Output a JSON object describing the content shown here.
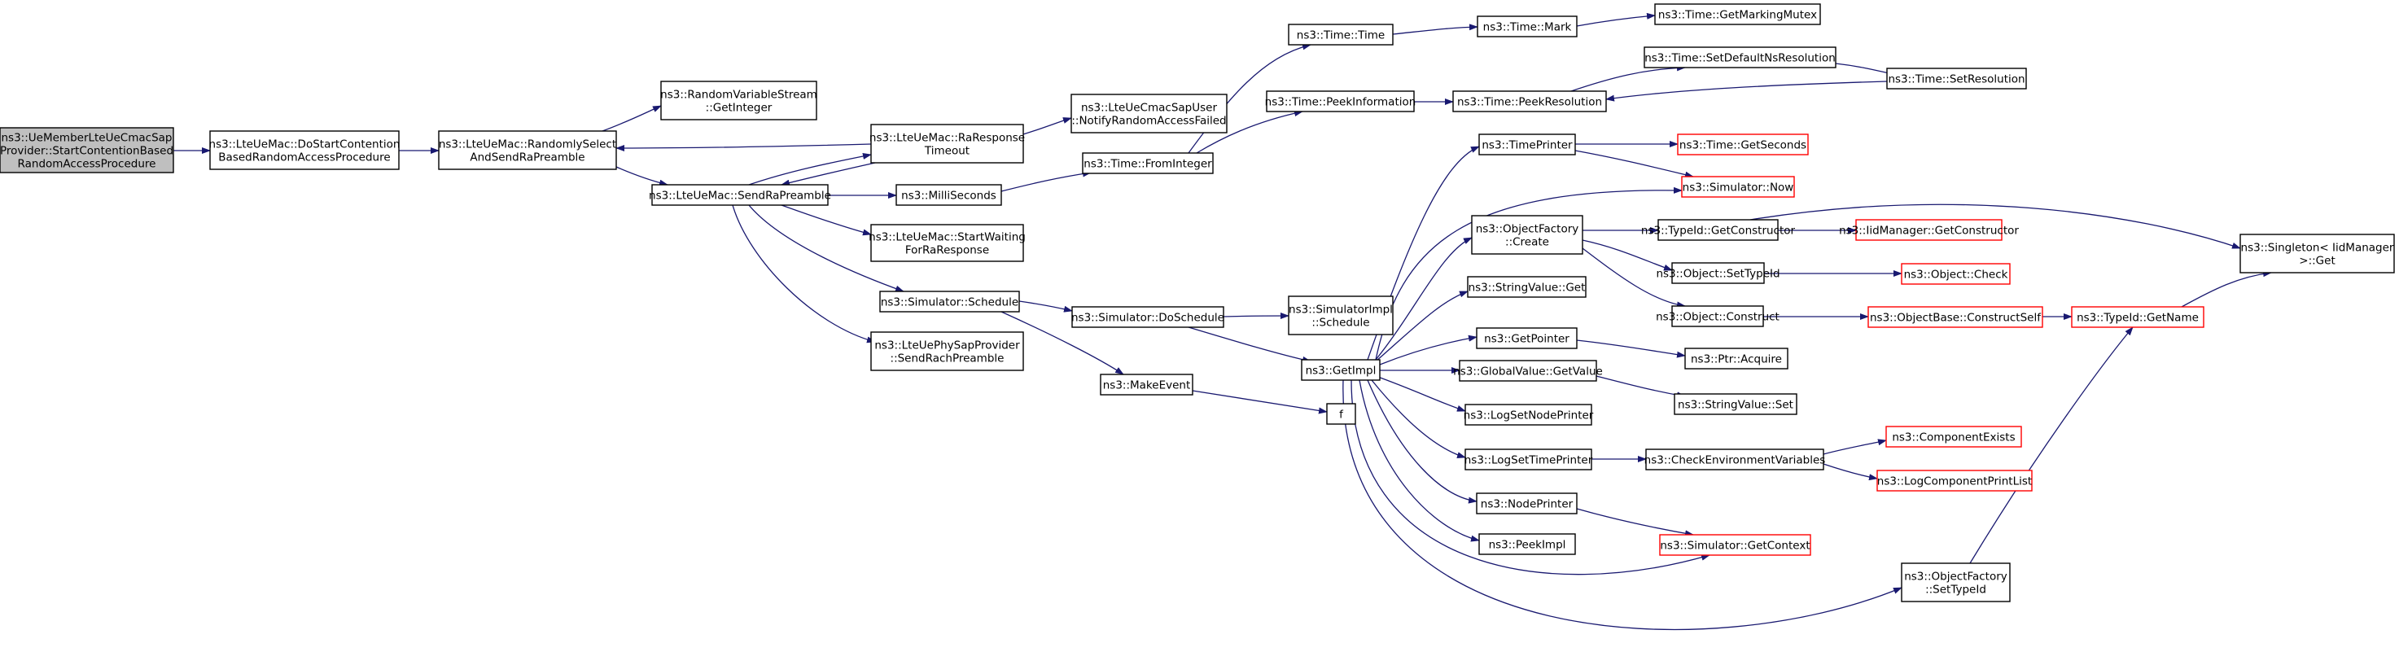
{
  "colors": {
    "edge": "#191970",
    "node_border": "#000000",
    "node_border_truncated": "#ff0000",
    "root_fill": "#bfbfbf"
  },
  "nodes": [
    {
      "id": "root",
      "lines": [
        "ns3::UeMemberLteUeCmacSap",
        "Provider::StartContentionBased",
        "RandomAccessProcedure"
      ]
    },
    {
      "id": "doStart",
      "lines": [
        "ns3::LteUeMac::DoStartContention",
        "BasedRandomAccessProcedure"
      ]
    },
    {
      "id": "randSel",
      "lines": [
        "ns3::LteUeMac::RandomlySelect",
        "AndSendRaPreamble"
      ]
    },
    {
      "id": "rvsGet",
      "lines": [
        "ns3::RandomVariableStream",
        "::GetInteger"
      ]
    },
    {
      "id": "raTimeout",
      "lines": [
        "ns3::LteUeMac::RaResponse",
        "Timeout"
      ]
    },
    {
      "id": "notify",
      "lines": [
        "ns3::LteUeCmacSapUser",
        "::NotifyRandomAccessFailed"
      ]
    },
    {
      "id": "sendRa",
      "lines": [
        "ns3::LteUeMac::SendRaPreamble"
      ]
    },
    {
      "id": "milli",
      "lines": [
        "ns3::MilliSeconds"
      ]
    },
    {
      "id": "startWait",
      "lines": [
        "ns3::LteUeMac::StartWaiting",
        "ForRaResponse"
      ]
    },
    {
      "id": "schedule",
      "lines": [
        "ns3::Simulator::Schedule"
      ]
    },
    {
      "id": "sendRach",
      "lines": [
        "ns3::LteUePhySapProvider",
        "::SendRachPreamble"
      ]
    },
    {
      "id": "fromInt",
      "lines": [
        "ns3::Time::FromInteger"
      ]
    },
    {
      "id": "timeTime",
      "lines": [
        "ns3::Time::Time"
      ]
    },
    {
      "id": "timeMark",
      "lines": [
        "ns3::Time::Mark"
      ]
    },
    {
      "id": "markMutex",
      "lines": [
        "ns3::Time::GetMarkingMutex"
      ]
    },
    {
      "id": "peekInfo",
      "lines": [
        "ns3::Time::PeekInformation"
      ]
    },
    {
      "id": "peekRes",
      "lines": [
        "ns3::Time::PeekResolution"
      ]
    },
    {
      "id": "setDefNs",
      "lines": [
        "ns3::Time::SetDefaultNsResolution"
      ]
    },
    {
      "id": "setRes",
      "lines": [
        "ns3::Time::SetResolution"
      ]
    },
    {
      "id": "doSched",
      "lines": [
        "ns3::Simulator::DoSchedule"
      ]
    },
    {
      "id": "simImplSched",
      "lines": [
        "ns3::SimulatorImpl",
        "::Schedule"
      ]
    },
    {
      "id": "makeEvent",
      "lines": [
        "ns3::MakeEvent"
      ]
    },
    {
      "id": "f",
      "lines": [
        "f"
      ]
    },
    {
      "id": "getImpl",
      "lines": [
        "ns3::GetImpl"
      ]
    },
    {
      "id": "timePrinter",
      "lines": [
        "ns3::TimePrinter"
      ]
    },
    {
      "id": "getSeconds",
      "lines": [
        "ns3::Time::GetSeconds"
      ],
      "truncated": true
    },
    {
      "id": "simNow",
      "lines": [
        "ns3::Simulator::Now"
      ],
      "truncated": true
    },
    {
      "id": "objFactCreate",
      "lines": [
        "ns3::ObjectFactory",
        "::Create"
      ]
    },
    {
      "id": "typeGetCtor",
      "lines": [
        "ns3::TypeId::GetConstructor"
      ]
    },
    {
      "id": "iidGetCtor",
      "lines": [
        "ns3::IidManager::GetConstructor"
      ],
      "truncated": true
    },
    {
      "id": "singleton",
      "lines": [
        "ns3::Singleton< IidManager",
        " >::Get"
      ]
    },
    {
      "id": "setTypeId",
      "lines": [
        "ns3::Object::SetTypeId"
      ]
    },
    {
      "id": "objCheck",
      "lines": [
        "ns3::Object::Check"
      ],
      "truncated": true
    },
    {
      "id": "strValGet",
      "lines": [
        "ns3::StringValue::Get"
      ]
    },
    {
      "id": "objConstruct",
      "lines": [
        "ns3::Object::Construct"
      ]
    },
    {
      "id": "constructSelf",
      "lines": [
        "ns3::ObjectBase::ConstructSelf"
      ],
      "truncated": true
    },
    {
      "id": "typeGetName",
      "lines": [
        "ns3::TypeId::GetName"
      ],
      "truncated": true
    },
    {
      "id": "getPointer",
      "lines": [
        "ns3::GetPointer"
      ]
    },
    {
      "id": "ptrAcquire",
      "lines": [
        "ns3::Ptr::Acquire"
      ]
    },
    {
      "id": "gvGetValue",
      "lines": [
        "ns3::GlobalValue::GetValue"
      ]
    },
    {
      "id": "strValSet",
      "lines": [
        "ns3::StringValue::Set"
      ]
    },
    {
      "id": "logSetNode",
      "lines": [
        "ns3::LogSetNodePrinter"
      ]
    },
    {
      "id": "logSetTime",
      "lines": [
        "ns3::LogSetTimePrinter"
      ]
    },
    {
      "id": "checkEnv",
      "lines": [
        "ns3::CheckEnvironmentVariables"
      ]
    },
    {
      "id": "compExists",
      "lines": [
        "ns3::ComponentExists"
      ],
      "truncated": true
    },
    {
      "id": "logCompList",
      "lines": [
        "ns3::LogComponentPrintList"
      ],
      "truncated": true
    },
    {
      "id": "nodePrinter",
      "lines": [
        "ns3::NodePrinter"
      ]
    },
    {
      "id": "simGetCtx",
      "lines": [
        "ns3::Simulator::GetContext"
      ],
      "truncated": true
    },
    {
      "id": "peekImpl",
      "lines": [
        "ns3::PeekImpl"
      ]
    },
    {
      "id": "objFactSetType",
      "lines": [
        "ns3::ObjectFactory",
        "::SetTypeId"
      ]
    }
  ],
  "edges": [
    [
      "root",
      "doStart"
    ],
    [
      "doStart",
      "randSel"
    ],
    [
      "randSel",
      "rvsGet"
    ],
    [
      "randSel",
      "sendRa"
    ],
    [
      "sendRa",
      "raTimeout"
    ],
    [
      "raTimeout",
      "randSel"
    ],
    [
      "raTimeout",
      "notify"
    ],
    [
      "raTimeout",
      "sendRa"
    ],
    [
      "sendRa",
      "milli"
    ],
    [
      "sendRa",
      "startWait"
    ],
    [
      "sendRa",
      "schedule"
    ],
    [
      "sendRa",
      "sendRach"
    ],
    [
      "milli",
      "fromInt"
    ],
    [
      "fromInt",
      "timeTime"
    ],
    [
      "fromInt",
      "peekInfo"
    ],
    [
      "timeTime",
      "timeMark"
    ],
    [
      "timeMark",
      "markMutex"
    ],
    [
      "peekInfo",
      "peekRes"
    ],
    [
      "peekRes",
      "setDefNs"
    ],
    [
      "setDefNs",
      "setRes"
    ],
    [
      "setRes",
      "peekRes"
    ],
    [
      "schedule",
      "doSched"
    ],
    [
      "schedule",
      "makeEvent"
    ],
    [
      "doSched",
      "simImplSched"
    ],
    [
      "doSched",
      "getImpl"
    ],
    [
      "makeEvent",
      "f"
    ],
    [
      "getImpl",
      "timePrinter"
    ],
    [
      "getImpl",
      "simNow"
    ],
    [
      "getImpl",
      "objFactCreate"
    ],
    [
      "getImpl",
      "strValGet"
    ],
    [
      "getImpl",
      "getPointer"
    ],
    [
      "getImpl",
      "gvGetValue"
    ],
    [
      "getImpl",
      "logSetNode"
    ],
    [
      "getImpl",
      "logSetTime"
    ],
    [
      "getImpl",
      "nodePrinter"
    ],
    [
      "getImpl",
      "peekImpl"
    ],
    [
      "getImpl",
      "simGetCtx"
    ],
    [
      "getImpl",
      "objFactSetType"
    ],
    [
      "timePrinter",
      "getSeconds"
    ],
    [
      "timePrinter",
      "simNow"
    ],
    [
      "objFactCreate",
      "typeGetCtor"
    ],
    [
      "objFactCreate",
      "setTypeId"
    ],
    [
      "objFactCreate",
      "objConstruct"
    ],
    [
      "typeGetCtor",
      "iidGetCtor"
    ],
    [
      "typeGetCtor",
      "singleton"
    ],
    [
      "setTypeId",
      "objCheck"
    ],
    [
      "objConstruct",
      "constructSelf"
    ],
    [
      "constructSelf",
      "typeGetName"
    ],
    [
      "typeGetName",
      "singleton"
    ],
    [
      "getPointer",
      "ptrAcquire"
    ],
    [
      "gvGetValue",
      "strValSet"
    ],
    [
      "logSetTime",
      "checkEnv"
    ],
    [
      "checkEnv",
      "compExists"
    ],
    [
      "checkEnv",
      "logCompList"
    ],
    [
      "nodePrinter",
      "simGetCtx"
    ],
    [
      "objFactSetType",
      "typeGetName"
    ]
  ]
}
